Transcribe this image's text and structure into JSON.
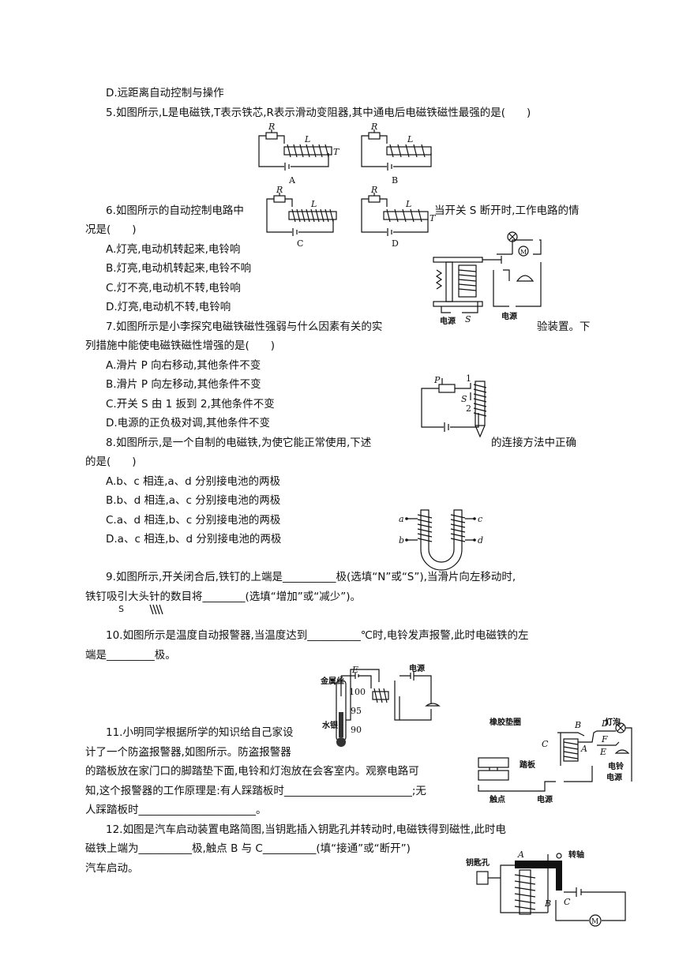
{
  "lines": {
    "d_remote": "D.远距离自动控制与操作",
    "q5": "5.如图所示,L是电磁铁,T表示铁芯,R表示滑动变阻器,其中通电后电磁铁磁性最强的是(　　)",
    "q6a": "6.如图所示的自动控制电路中",
    "q6b": "当开关 S 断开时,工作电路的情",
    "q6c": "况是(　　)",
    "q6A": "A.灯亮,电动机转起来,电铃响",
    "q6B": "B.灯亮,电动机转起来,电铃不响",
    "q6C": "C.灯不亮,电动机不转,电铃响",
    "q6D": "D.灯亮,电动机不转,电铃响",
    "q7a": "7.如图所示是小李探究电磁铁磁性强弱与什么因素有关的实",
    "q7b": "验装置。下",
    "q7c": "列措施中能使电磁铁磁性增强的是(　　)",
    "q7A": "A.滑片 P 向右移动,其他条件不变",
    "q7B": "B.滑片 P 向左移动,其他条件不变",
    "q7C": "C.开关 S 由 1 扳到 2,其他条件不变",
    "q7D": "D.电源的正负极对调,其他条件不变",
    "q8a": "8.如图所示,是一个自制的电磁铁,为使它能正常使用,下述",
    "q8b": "的连接方法中正确",
    "q8c": "的是(　　)",
    "q8A": "A.b、c 相连,a、d 分别接电池的两极",
    "q8B": "B.b、d 相连,a、c 分别接电池的两极",
    "q8C": "C.a、d 相连,b、c 分别接电池的两极",
    "q8D": "D.a、c 相连,b、d 分别接电池的两极",
    "q9a": "9.如图所示,开关闭合后,铁钉的上端是__________极(选填“N”或“S”),当滑片向左移动时,",
    "q9b": "铁钉吸引大头针的数目将________(选填“增加”或“减少”)。",
    "q9s": "S",
    "q10a": "10.如图所示是温度自动报警器,当温度达到__________℃时,电铃发声报警,此时电磁铁的左",
    "q10b": "端是_________极。",
    "q11a": "11.小明同学根据所学的知识给自己家设",
    "q11b": "计了一个防盗报警器,如图所示。防盗报警器",
    "q11c": "的踏板放在家门口的脚踏垫下面,电铃和灯泡放在会客室内。观察电路可",
    "q11d": "知,这个报警器的工作原理是:有人踩踏板时________________________;无",
    "q11e": "人踩踏板时______________________。",
    "q12a": "12.如图是汽车启动装置电路简图,当钥匙插入钥匙孔并转动时,电磁铁得到磁性,此时电",
    "q12b": "磁铁上端为__________极,触点 B 与 C__________(填“接通”或“断开”)",
    "q12c": "汽车启动。"
  },
  "figures": {
    "q5_labels": [
      "A",
      "B",
      "C",
      "D"
    ],
    "coil_L": "L",
    "rheo_R": "R",
    "core_T": "T",
    "power": "电源",
    "switch_S": "S",
    "slider_P": "P",
    "pos1": "1",
    "pos2": "2",
    "uleft_a": "a",
    "uleft_b": "b",
    "uright_c": "c",
    "uright_d": "d",
    "thermo_metal": "金属丝",
    "thermo_mercury": "水银",
    "thermo_E": "E",
    "thermo_100": "100",
    "thermo_95": "95",
    "thermo_90": "90",
    "alarm_bulb": "灯泡",
    "alarm_bell": "电铃",
    "alarm_pad": "橡胶垫圈",
    "alarm_pedal": "踏板",
    "alarm_contact": "触点",
    "alarm_B": "B",
    "alarm_D": "D",
    "alarm_F": "F",
    "alarm_C": "C",
    "alarm_A": "A",
    "alarm_E": "E",
    "car_keyhole": "钥匙孔",
    "car_axis": "转轴",
    "car_A": "A",
    "car_B": "B",
    "car_C": "C",
    "motor_M": "M"
  }
}
